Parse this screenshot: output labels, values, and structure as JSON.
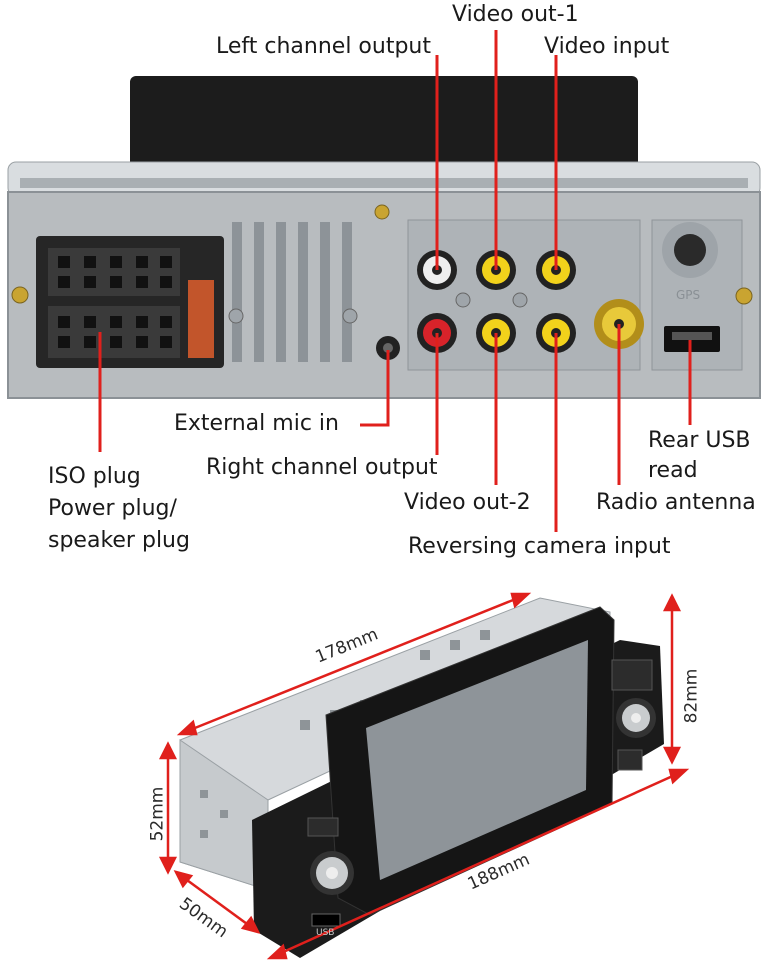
{
  "callouts": {
    "video_out_1": "Video out-1",
    "left_channel_output": "Left channel output",
    "video_input": "Video input",
    "external_mic_in": "External mic in",
    "rear_usb_read_line1": "Rear USB",
    "rear_usb_read_line2": "read",
    "iso_plug_line1": "ISO plug",
    "iso_plug_line2": "Power plug/",
    "iso_plug_line3": "speaker plug",
    "right_channel_output": "Right channel output",
    "video_out_2": "Video out-2",
    "radio_antenna": "Radio antenna",
    "reversing_camera_input": "Reversing camera input"
  },
  "dimensions": {
    "length": "178mm",
    "face_height": "82mm",
    "body_height": "52mm",
    "face_width": "188mm",
    "depth": "50mm"
  },
  "device_markings": {
    "gps": "GPS",
    "usb": "USB"
  },
  "colors": {
    "callout_line": "#e0201c",
    "chassis": "#b8bcbf",
    "faceplate": "#1b1b1b",
    "rca_yellow": "#f2d21b",
    "rca_red": "#d8232a",
    "rca_white": "#eeeeee"
  }
}
